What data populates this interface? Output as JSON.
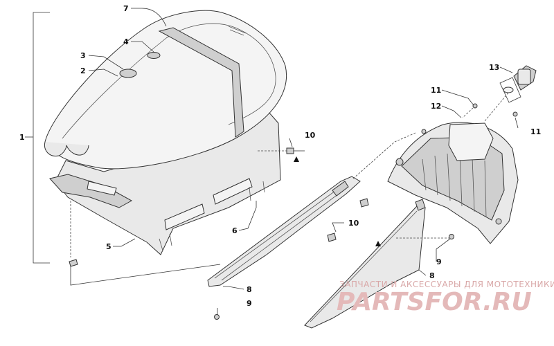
{
  "callouts": {
    "c1": "1",
    "c2": "2",
    "c3": "3",
    "c4": "4",
    "c5": "5",
    "c6": "6",
    "c7": "7",
    "c8a": "8",
    "c8b": "8",
    "c9a": "9",
    "c9b": "9",
    "c10a": "10",
    "c10b": "10",
    "c11a": "11",
    "c11b": "11",
    "c12": "12",
    "c13": "13"
  },
  "watermark": {
    "tagline": "ЗАПЧАСТИ И АКСЕССУАРЫ ДЛЯ МОТОТЕХНИКИ",
    "logo": "PARTSFOR.RU"
  },
  "colors": {
    "line": "#333333",
    "watermark": "#d9a8a8"
  }
}
